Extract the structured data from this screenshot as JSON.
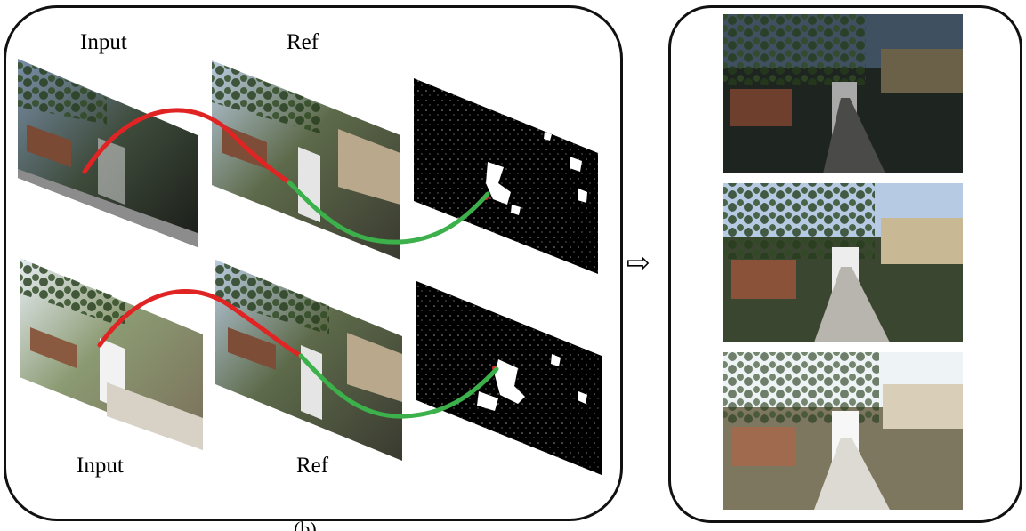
{
  "left_panel": {
    "top_labels": {
      "input": "Input",
      "ref": "Ref"
    },
    "bottom_labels": {
      "input": "Input",
      "ref": "Ref"
    },
    "caption": "(b)"
  },
  "arrow": {
    "glyph": "⇨",
    "icon": "right-arrow-icon"
  },
  "right_panel": {
    "frames": [
      "result-frame-dark",
      "result-frame-medium",
      "result-frame-bright"
    ]
  },
  "colors": {
    "correspondence_red": "#e02424",
    "correspondence_green": "#3cb04a",
    "mask_background": "#000000",
    "mask_foreground": "#ffffff"
  }
}
